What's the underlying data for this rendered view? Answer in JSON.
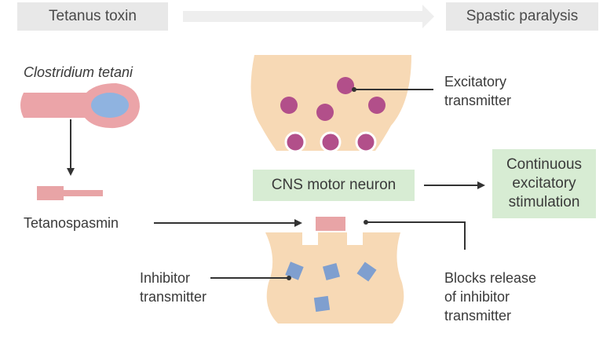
{
  "header": {
    "left": "Tetanus toxin",
    "right": "Spastic paralysis"
  },
  "labels": {
    "bacterium": "Clostridium tetani",
    "toxin": "Tetanospasmin",
    "neuron": "CNS motor neuron",
    "excitatory": [
      "Excitatory",
      "transmitter"
    ],
    "inhibitor": [
      "Inhibitor",
      "transmitter"
    ],
    "blocks": [
      "Blocks release",
      "of inhibitor",
      "transmitter"
    ],
    "continuous": [
      "Continuous",
      "excitatory",
      "stimulation"
    ]
  },
  "colors": {
    "header_bg": "#e8e8e8",
    "header_arrow": "#eeeeee",
    "terminal": "#f7d9b5",
    "vesicle": "#b24f8a",
    "inhibitor": "#7f9fcf",
    "toxin": "#e8a4a6",
    "bacterium_body": "#eba4a8",
    "bacterium_spore": "#8fb3e0",
    "green_box": "#d7ecd3",
    "line": "#333333"
  }
}
